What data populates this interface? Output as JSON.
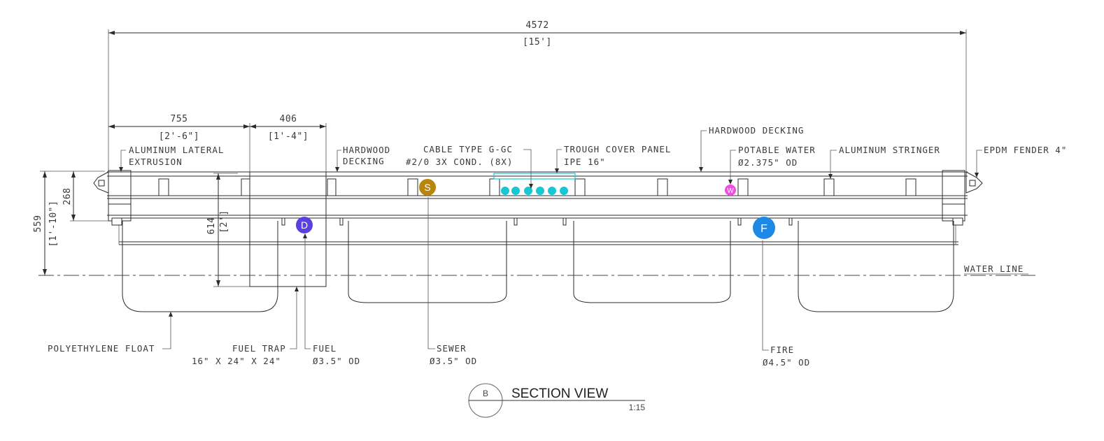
{
  "dimensions": {
    "overall_width_mm": "4572",
    "overall_width_ft": "[15']",
    "left_section_mm": "755",
    "left_section_ft": "[2'-6\"]",
    "trap_width_mm": "406",
    "trap_width_ft": "[1'-4\"]",
    "deck_height_mm": "268",
    "total_height_mm": "559",
    "total_height_ft": "[1'-10\"]",
    "trap_depth_mm": "614",
    "trap_depth_ft": "[2']"
  },
  "labels": {
    "aluminum_lateral_1": "ALUMINUM LATERAL",
    "aluminum_lateral_2": "EXTRUSION",
    "hardwood_decking_left_1": "HARDWOOD",
    "hardwood_decking_left_2": "DECKING",
    "cable_type_1": "CABLE TYPE G-GC",
    "cable_type_2": "#2/0 3X COND. (8X)",
    "trough_cover_1": "TROUGH COVER PANEL",
    "trough_cover_2": "IPE 16\"",
    "hardwood_decking_top": "HARDWOOD DECKING",
    "potable_water_1": "POTABLE WATER",
    "potable_water_2": "Ø2.375\" OD",
    "aluminum_stringer": "ALUMINUM STRINGER",
    "epdm_fender": "EPDM FENDER 4\"",
    "water_line": "WATER LINE",
    "polyethylene_float": "POLYETHYLENE FLOAT",
    "fuel_trap_1": "FUEL TRAP",
    "fuel_trap_2": "16\" X 24\" X 24\"",
    "fuel_1": "FUEL",
    "fuel_2": "Ø3.5\" OD",
    "sewer_1": "SEWER",
    "sewer_2": "Ø3.5\" OD",
    "fire_1": "FIRE",
    "fire_2": "Ø4.5\" OD"
  },
  "utilities": {
    "sewer_letter": "S",
    "water_letter": "W",
    "fuel_letter": "D",
    "fire_letter": "F",
    "sewer_color": "#b8860b",
    "water_color": "#ee4fe0",
    "fuel_color": "#5b3fe0",
    "fire_color": "#1e88e5",
    "cable_color": "#19c7d4"
  },
  "title_block": {
    "view_letter": "B",
    "title": "SECTION VIEW",
    "scale": "1:15"
  }
}
